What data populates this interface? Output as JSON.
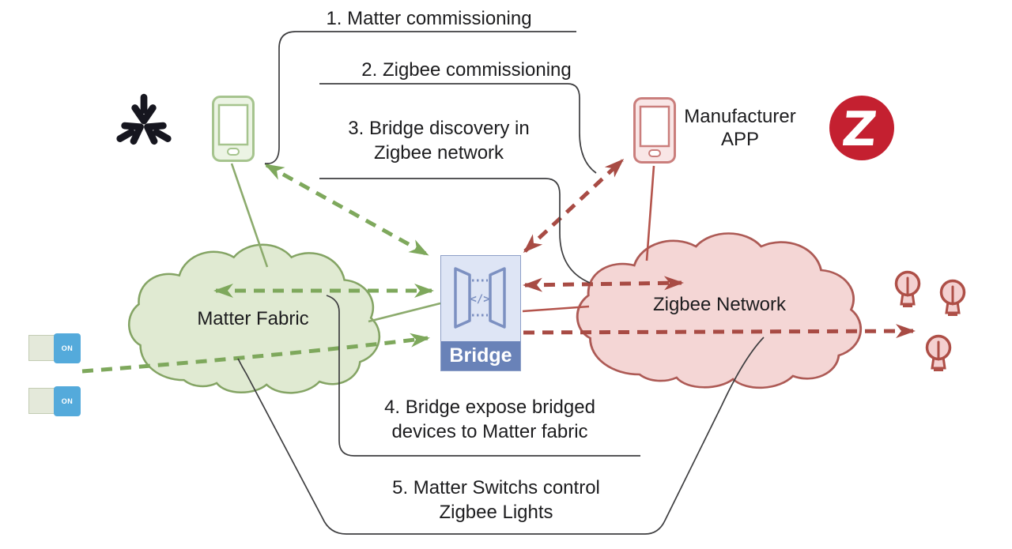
{
  "steps": {
    "s1": "1. Matter commissioning",
    "s2": "2. Zigbee commissioning",
    "s3l1": "3. Bridge discovery in",
    "s3l2": "Zigbee network",
    "s4l1": "4. Bridge expose bridged",
    "s4l2": "devices to Matter fabric",
    "s5l1": "5. Matter Switchs control",
    "s5l2": "Zigbee Lights"
  },
  "nodes": {
    "matter_fabric": "Matter Fabric",
    "zigbee_network": "Zigbee Network",
    "bridge": "Bridge",
    "bridge_icon_glyph": "</>",
    "manufacturer_app_l1": "Manufacturer",
    "manufacturer_app_l2": "APP",
    "switch_label": "ON",
    "zigbee_logo_letter": "Z"
  },
  "colors": {
    "green_arrow": "#7ea85c",
    "green_solid": "#8cab6d",
    "green_cloud_fill": "#e0ead2",
    "green_cloud_stroke": "#84a464",
    "red_arrow": "#a84b44",
    "red_solid": "#b4544c",
    "red_cloud_fill": "#f4d6d5",
    "red_cloud_stroke": "#ad5a55",
    "bridge_fill": "#dee5f5",
    "bridge_band": "#6982b8",
    "switch_blue": "#54aadb",
    "zigbee_logo_red": "#c42030",
    "matter_logo_dark": "#16161f",
    "callout_line": "#3e3e40"
  }
}
